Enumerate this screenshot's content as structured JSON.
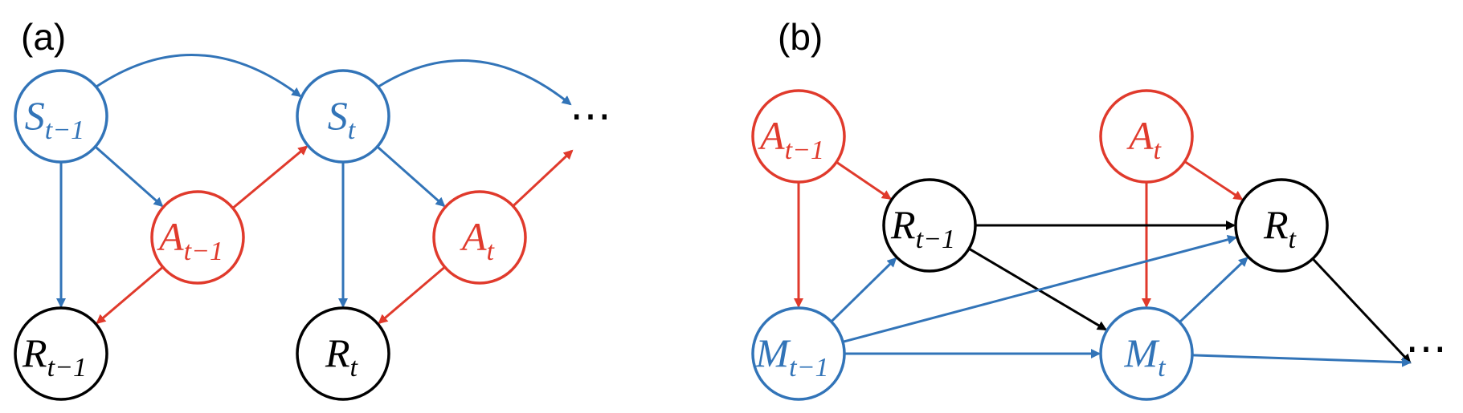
{
  "panels": [
    {
      "id": "a",
      "label": "(a)"
    },
    {
      "id": "b",
      "label": "(b)"
    }
  ],
  "colors": {
    "state": "#3274b8",
    "action": "#e03a2c",
    "reward": "#000000",
    "mediator": "#3274b8"
  },
  "nodes": [
    {
      "id": "a_S_prev",
      "panel": "a",
      "type": "state",
      "var": "S",
      "sub": "t−1"
    },
    {
      "id": "a_S_t",
      "panel": "a",
      "type": "state",
      "var": "S",
      "sub": "t"
    },
    {
      "id": "a_A_prev",
      "panel": "a",
      "type": "action",
      "var": "A",
      "sub": "t−1"
    },
    {
      "id": "a_A_t",
      "panel": "a",
      "type": "action",
      "var": "A",
      "sub": "t"
    },
    {
      "id": "a_R_prev",
      "panel": "a",
      "type": "reward",
      "var": "R",
      "sub": "t−1"
    },
    {
      "id": "a_R_t",
      "panel": "a",
      "type": "reward",
      "var": "R",
      "sub": "t"
    },
    {
      "id": "b_A_prev",
      "panel": "b",
      "type": "action",
      "var": "A",
      "sub": "t−1"
    },
    {
      "id": "b_A_t",
      "panel": "b",
      "type": "action",
      "var": "A",
      "sub": "t"
    },
    {
      "id": "b_R_prev",
      "panel": "b",
      "type": "reward",
      "var": "R",
      "sub": "t−1"
    },
    {
      "id": "b_R_t",
      "panel": "b",
      "type": "reward",
      "var": "R",
      "sub": "t"
    },
    {
      "id": "b_M_prev",
      "panel": "b",
      "type": "mediator",
      "var": "M",
      "sub": "t−1"
    },
    {
      "id": "b_M_t",
      "panel": "b",
      "type": "mediator",
      "var": "M",
      "sub": "t"
    }
  ],
  "continuation": [
    {
      "id": "a_more",
      "panel": "a",
      "text": "⋯"
    },
    {
      "id": "b_more",
      "panel": "b",
      "text": "⋯"
    }
  ],
  "edges": [
    {
      "from": "a_S_prev",
      "to": "a_S_t",
      "color": "state",
      "curved": true
    },
    {
      "from": "a_S_t",
      "to": "a_more",
      "color": "state",
      "curved": true
    },
    {
      "from": "a_S_prev",
      "to": "a_A_prev",
      "color": "state"
    },
    {
      "from": "a_S_prev",
      "to": "a_R_prev",
      "color": "state"
    },
    {
      "from": "a_A_prev",
      "to": "a_R_prev",
      "color": "action"
    },
    {
      "from": "a_A_prev",
      "to": "a_S_t",
      "color": "action"
    },
    {
      "from": "a_S_t",
      "to": "a_A_t",
      "color": "state"
    },
    {
      "from": "a_S_t",
      "to": "a_R_t",
      "color": "state"
    },
    {
      "from": "a_A_t",
      "to": "a_R_t",
      "color": "action"
    },
    {
      "from": "a_A_t",
      "to": "a_more",
      "color": "action"
    },
    {
      "from": "b_A_prev",
      "to": "b_R_prev",
      "color": "action"
    },
    {
      "from": "b_A_prev",
      "to": "b_M_prev",
      "color": "action"
    },
    {
      "from": "b_A_t",
      "to": "b_R_t",
      "color": "action"
    },
    {
      "from": "b_A_t",
      "to": "b_M_t",
      "color": "action"
    },
    {
      "from": "b_R_prev",
      "to": "b_R_t",
      "color": "reward"
    },
    {
      "from": "b_R_prev",
      "to": "b_M_t",
      "color": "reward"
    },
    {
      "from": "b_R_t",
      "to": "b_more",
      "color": "reward"
    },
    {
      "from": "b_M_prev",
      "to": "b_R_prev",
      "color": "mediator"
    },
    {
      "from": "b_M_prev",
      "to": "b_R_t",
      "color": "mediator"
    },
    {
      "from": "b_M_prev",
      "to": "b_M_t",
      "color": "mediator"
    },
    {
      "from": "b_M_t",
      "to": "b_R_t",
      "color": "mediator"
    },
    {
      "from": "b_M_t",
      "to": "b_more",
      "color": "mediator"
    }
  ]
}
